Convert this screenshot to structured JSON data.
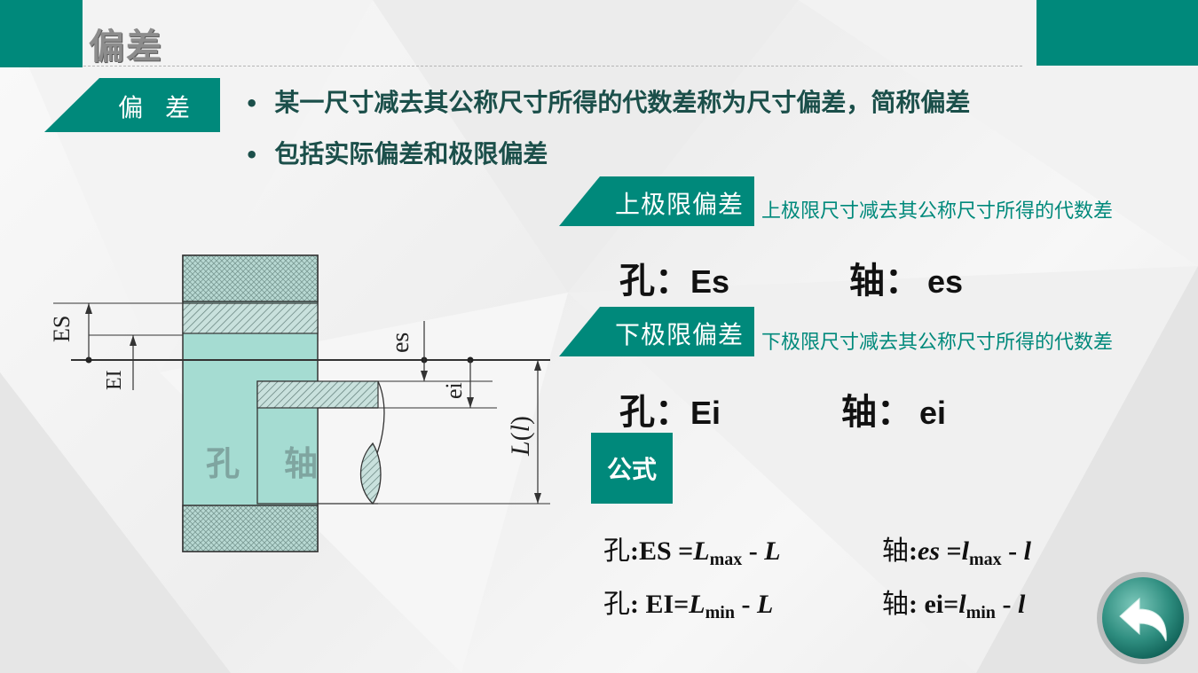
{
  "title": "偏差",
  "section_tag": "偏 差",
  "bullets": [
    "某一尺寸减去其公称尺寸所得的代数差称为尺寸偏差，简称偏差",
    "包括实际偏差和极限偏差"
  ],
  "upper": {
    "tag": "上极限偏差",
    "description": "上极限尺寸减去其公称尺寸所得的代数差",
    "hole_label": "孔：",
    "hole_symbol": "Es",
    "shaft_label": "轴：",
    "shaft_symbol": "es"
  },
  "lower": {
    "tag": "下极限偏差",
    "description": "下极限尺寸减去其公称尺寸所得的代数差",
    "hole_label": "孔：",
    "hole_symbol": "Ei",
    "shaft_label": "轴：",
    "shaft_symbol": "ei"
  },
  "formula_tag": "公式",
  "formulas": {
    "hole_label": "孔",
    "shaft_label": "轴",
    "hole_es": {
      "lhs": ":ES =",
      "var": "L",
      "sub": "max",
      "rest": " - ",
      "var2": "L"
    },
    "hole_ei": {
      "lhs": ": EI=",
      "var": "L",
      "sub": "min",
      "rest": " - ",
      "var2": "L"
    },
    "shaft_es": {
      "lhs_prefix": ":",
      "lhs_var": "es",
      "eq": " =",
      "var": "l",
      "sub": "max",
      "rest": " - ",
      "var2": "l"
    },
    "shaft_ei": {
      "lhs": ": ei=",
      "var": "l",
      "sub": "min",
      "rest": " - ",
      "var2": "l"
    }
  },
  "diagram": {
    "label_es_upper": "ES",
    "label_ei_upper": "EI",
    "label_es_lower": "es",
    "label_ei_lower": "ei",
    "label_L": "L",
    "label_l": "l",
    "hole_text": "孔",
    "shaft_text": "轴"
  },
  "colors": {
    "accent": "#00897b",
    "hole_fill": "#a5dcd2",
    "hatch": "#6c8c86"
  },
  "icons": {
    "back": "back-arrow-icon"
  }
}
